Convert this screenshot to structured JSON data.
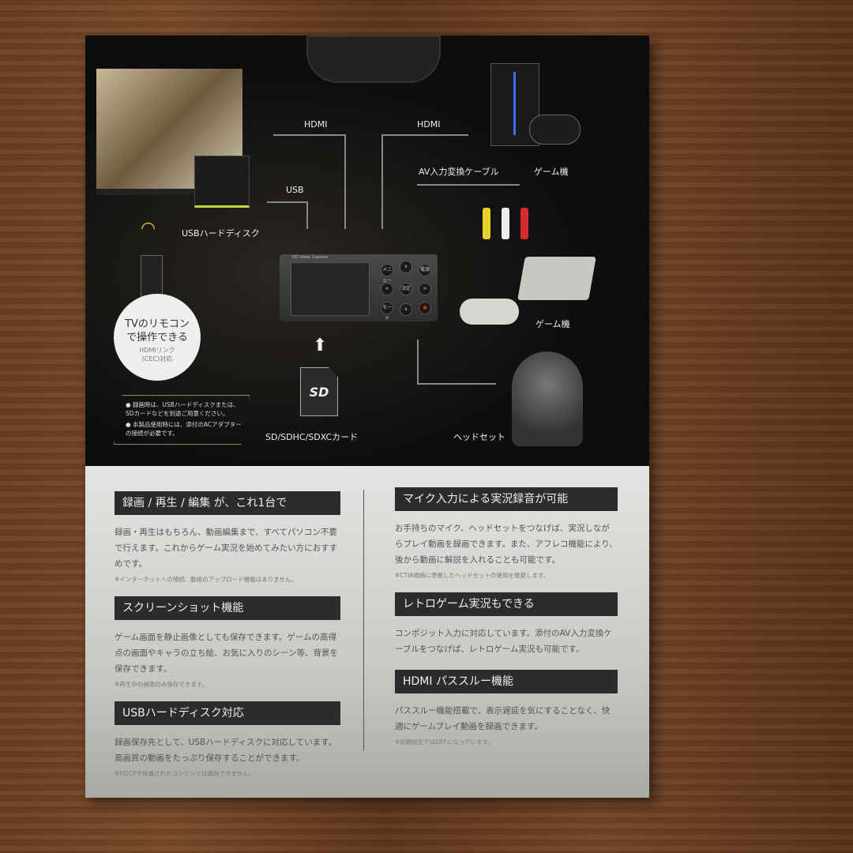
{
  "diagram": {
    "hdmi_left": "HDMI",
    "hdmi_right": "HDMI",
    "usb": "USB",
    "av_cable": "AV入力変換ケーブル",
    "game_console_top": "ゲーム機",
    "usb_hdd": "USBハードディスク",
    "game_console_retro": "ゲーム機",
    "sd_card": "SD/SDHC/SDXCカード",
    "sd_logo": "SD",
    "headset": "ヘッドセット",
    "device_label": "HD Video Capture",
    "device_buttons": [
      "メニュー",
      "∧",
      "電源",
      "<",
      "決定",
      ">",
      "モード",
      "∨",
      "●"
    ],
    "remote_line1": "TVのリモコン",
    "remote_line2": "で操作できる",
    "remote_sub1": "HDMIリンク",
    "remote_sub2": "(CEC)対応",
    "notes": [
      "録画時は、USBハードディスクまたは、SDカードなどを別途ご用意ください。",
      "本製品使用時には、添付のACアダプターの接続が必要です。"
    ]
  },
  "features": {
    "left": [
      {
        "title": "録画 / 再生 / 編集 が、これ1台で",
        "body": "録画・再生はもちろん、動画編集まで、すべてパソコン不要で行えます。これからゲーム実況を始めてみたい方におすすめです。",
        "note": "※インターネットへの接続、動画のアップロード機能はありません。"
      },
      {
        "title": "スクリーンショット機能",
        "body": "ゲーム画面を静止画像としても保存できます。ゲームの高得点の画面やキャラの立ち絵、お気に入りのシーン等、背景を保存できます。",
        "note": "※再生中の画面のみ保存できます。"
      },
      {
        "title": "USBハードディスク対応",
        "body": "録画保存先として、USBハードディスクに対応しています。高画質の動画をたっぷり保存することができます。",
        "note": "※HDCPで保護されたコンテンツは録画できません。"
      }
    ],
    "right": [
      {
        "title": "マイク入力による実況録音が可能",
        "body": "お手持ちのマイク、ヘッドセットをつなげば、実況しながらプレイ動画を録画できます。また、アフレコ機能により、後から動画に解説を入れることも可能です。",
        "note": "※CTIA規格に準拠したヘッドセットの使用を推奨します。"
      },
      {
        "title": "レトロゲーム実況もできる",
        "body": "コンポジット入力に対応しています。添付のAV入力変換ケーブルをつなげば、レトロゲーム実況も可能です。",
        "note": ""
      },
      {
        "title": "HDMI パススルー機能",
        "body": "パススルー機能搭載で、表示遅延を気にすることなく、快適にゲームプレイ動画を録画できます。",
        "note": "※初期設定ではOFFになっています。"
      }
    ]
  }
}
